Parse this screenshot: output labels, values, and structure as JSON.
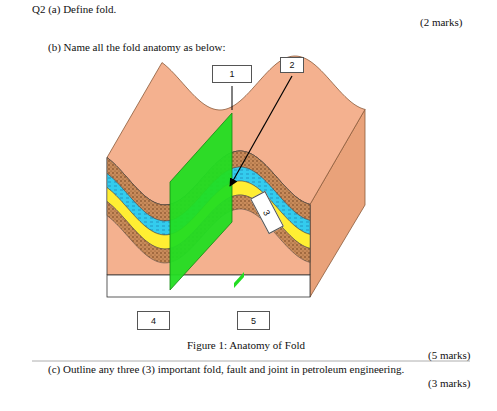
{
  "diagram": {
    "caption": "Figure 1: Anatomy of Fold",
    "nodes": [
      {
        "text": [
          "1"
        ]
      },
      {
        "text": [
          "2"
        ]
      },
      {
        "text": [
          "3"
        ]
      },
      {
        "text": [
          "4"
        ]
      },
      {
        "text": [
          "5"
        ]
      }
    ],
    "labels": [
      "Q2 (a) Define fold.",
      "(2 marks)",
      "(b) Name all the fold anatomy as below:",
      "(5 marks)",
      "(c) Outline any three (3) important fold, fault and joint in petroleum engineering.",
      "(3 marks)"
    ]
  }
}
